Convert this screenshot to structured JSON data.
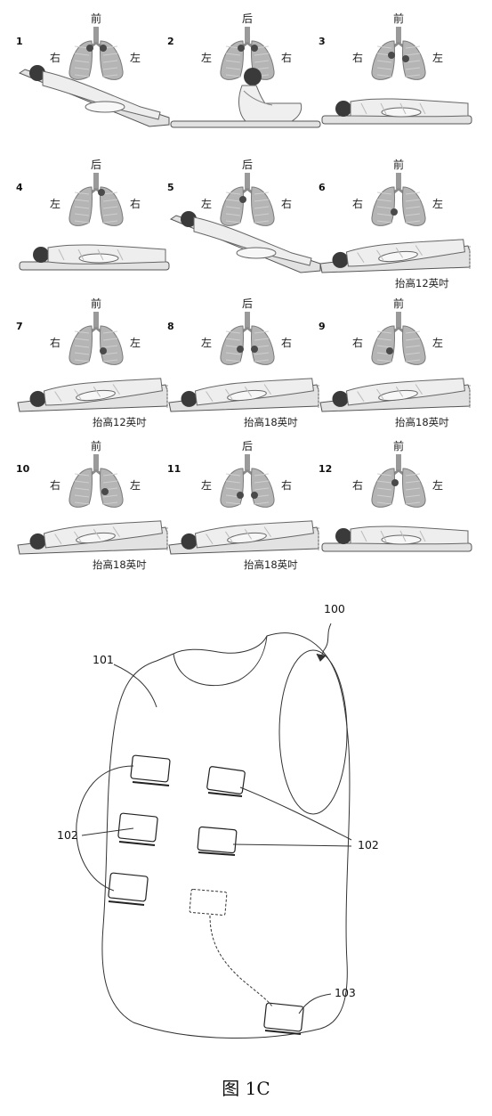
{
  "panels": [
    {
      "num": "1",
      "top": "前",
      "left": "右",
      "right": "左",
      "elev": ""
    },
    {
      "num": "2",
      "top": "后",
      "left": "左",
      "right": "右",
      "elev": ""
    },
    {
      "num": "3",
      "top": "前",
      "left": "右",
      "right": "左",
      "elev": ""
    },
    {
      "num": "4",
      "top": "后",
      "left": "左",
      "right": "右",
      "elev": ""
    },
    {
      "num": "5",
      "top": "后",
      "left": "左",
      "right": "右",
      "elev": ""
    },
    {
      "num": "6",
      "top": "前",
      "left": "右",
      "right": "左",
      "elev": "抬高12英吋"
    },
    {
      "num": "7",
      "top": "前",
      "left": "右",
      "right": "左",
      "elev": "抬高12英吋"
    },
    {
      "num": "8",
      "top": "后",
      "left": "左",
      "right": "右",
      "elev": "抬高18英吋"
    },
    {
      "num": "9",
      "top": "前",
      "left": "右",
      "right": "左",
      "elev": "抬高18英吋"
    },
    {
      "num": "10",
      "top": "前",
      "left": "右",
      "right": "左",
      "elev": "抬高18英吋"
    },
    {
      "num": "11",
      "top": "后",
      "left": "左",
      "right": "右",
      "elev": "抬高18英吋"
    },
    {
      "num": "12",
      "top": "前",
      "left": "右",
      "right": "左",
      "elev": ""
    }
  ],
  "vest": {
    "ref_vest": "100",
    "ref_body": "101",
    "ref_pads_left": "102",
    "ref_pads_right": "102",
    "ref_controller": "103"
  },
  "caption": "图 1C"
}
